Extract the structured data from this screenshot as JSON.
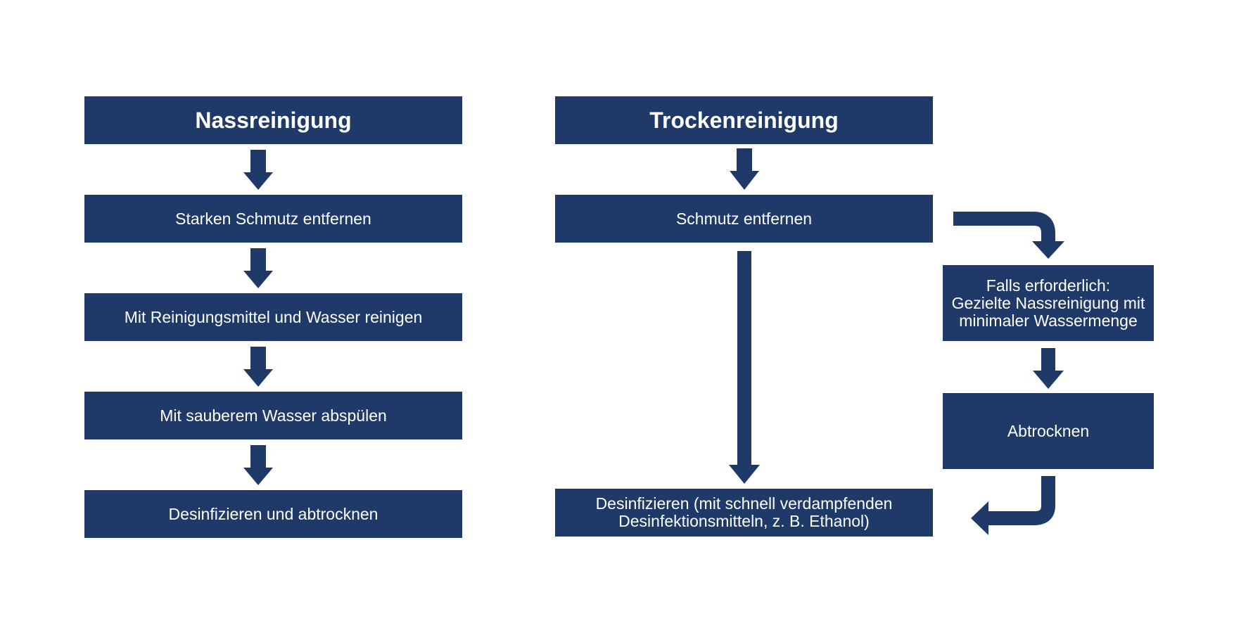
{
  "colors": {
    "box_fill": "#1f3a69",
    "box_text": "#ffffff",
    "background": "#ffffff"
  },
  "wet_cleaning": {
    "title": "Nassreinigung",
    "steps": [
      "Starken Schmutz entfernen",
      "Mit Reinigungsmittel und Wasser reinigen",
      "Mit sauberem Wasser abspülen",
      "Desinfizieren und abtrocknen"
    ]
  },
  "dry_cleaning": {
    "title": "Trockenreinigung",
    "step_remove": "Schmutz entfernen",
    "step_disinfect": "Desinfizieren (mit schnell verdampfenden\nDesinfektionsmitteln, z. B. Ethanol)",
    "optional_wet": "Falls erforderlich:\nGezielte Nassreinigung mit\nminimaler Wassermenge",
    "optional_dry": "Abtrocknen"
  }
}
